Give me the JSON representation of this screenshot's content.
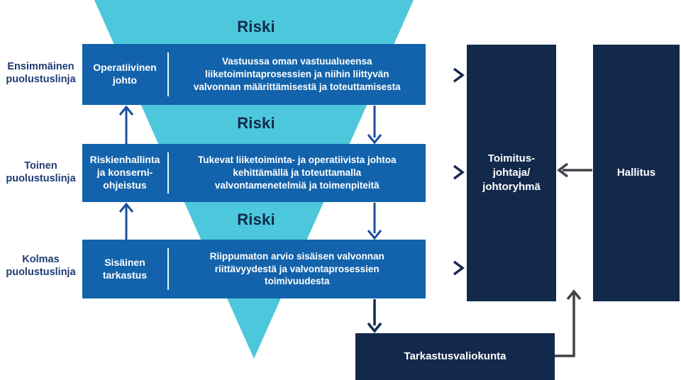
{
  "colors": {
    "triangle_cyan": "#4DC7DB",
    "box_blue": "#1263AB",
    "box_navy": "#13294B",
    "riski_text": "#112A4C",
    "label_text": "#1E3C74",
    "arrow_blue": "#1C4F9C",
    "arrow_navy": "#16294B",
    "arrow_gray": "#3F4348",
    "text_white": "#FFFFFF"
  },
  "risk_labels": [
    "Riski",
    "Riski",
    "Riski"
  ],
  "defense_lines": [
    {
      "label_lines": [
        "Ensimmäinen",
        "puolustuslinja"
      ]
    },
    {
      "label_lines": [
        "Toinen",
        "puolustuslinja"
      ]
    },
    {
      "label_lines": [
        "Kolmas",
        "puolustuslinja"
      ]
    }
  ],
  "rows": [
    {
      "title_lines": [
        "Operatiivinen",
        "johto"
      ],
      "body_lines": [
        "Vastuussa oman vastuualueensa",
        "liiketoimintaprosessien ja niihin liittyvän",
        "valvonnan määrittämisestä ja toteuttamisesta"
      ]
    },
    {
      "title_lines": [
        "Riskienhallinta",
        "ja konserni-",
        "ohjeistus"
      ],
      "body_lines": [
        "Tukevat liiketoiminta- ja operatiivista johtoa",
        "kehittämällä ja toteuttamalla",
        "valvontamenetelmiä ja toimenpiteitä"
      ]
    },
    {
      "title_lines": [
        "Sisäinen",
        "tarkastus"
      ],
      "body_lines": [
        "Riippumaton arvio sisäisen valvonnan",
        "riittävyydestä ja valvontaprosessien",
        "toimivuudesta"
      ]
    }
  ],
  "governance": {
    "executive_lines": [
      "Toimitus-",
      "johtaja/",
      "johtoryhmä"
    ],
    "board": "Hallitus",
    "audit_committee": "Tarkastusvaliokunta"
  }
}
